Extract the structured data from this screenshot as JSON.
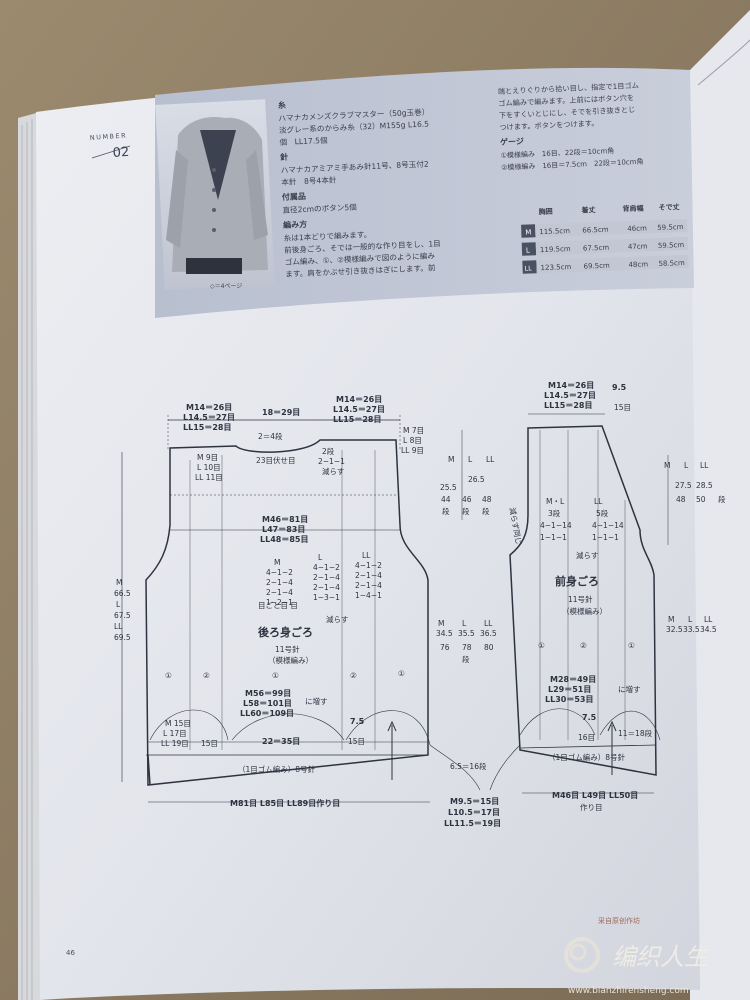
{
  "header": {
    "number_word": "NUMBER",
    "number_value": "02",
    "photo_caption": "◇＝4ページ"
  },
  "materials": {
    "yarn_heading": "糸",
    "yarn_lines": [
      "ハマナカメンズクラブマスター（50g玉巻）",
      "淡グレー系のからみ糸（32）M155g L16.5",
      "個　LL17.5個"
    ],
    "needle_heading": "針",
    "needle_lines": [
      "ハマナカアミアミ手あみ針11号、8号玉付2",
      "本針　8号4本針"
    ],
    "accessory_heading": "付属品",
    "accessory_lines": [
      "直径2cmのボタン5個"
    ],
    "method_heading": "編み方",
    "method_lines": [
      "糸は1本どりで編みます。",
      "前後身ごろ、そでは一般的な作り目をし、1目",
      "ゴム編み、①、②模様編みで図のように編み",
      "ます。肩をかぶせ引き抜きはぎにします。前"
    ]
  },
  "right_column": {
    "lines": [
      "端とえりぐりから拾い目し、指定で1目ゴム",
      "ゴム編みで編みます。上前にはボタン穴を",
      "下をすくいとじにし、そでを引き抜きとじ",
      "つけます。ボタンをつけます。"
    ],
    "gauge_heading": "ゲージ",
    "gauge_lines": [
      "①模様編み　16目、22段＝10cm角",
      "②模様編み　16目＝7.5cm　22段＝10cm角"
    ]
  },
  "size_table": {
    "headers": [
      "胸囲",
      "着丈",
      "背肩幅",
      "そで丈"
    ],
    "rows": [
      {
        "size": "M",
        "chest": "115.5cm",
        "length": "66.5cm",
        "shoulder": "46cm",
        "sleeve": "59.5cm"
      },
      {
        "size": "L",
        "chest": "119.5cm",
        "length": "67.5cm",
        "shoulder": "47cm",
        "sleeve": "59.5cm"
      },
      {
        "size": "LL",
        "chest": "123.5cm",
        "length": "69.5cm",
        "shoulder": "48cm",
        "sleeve": "58.5cm"
      }
    ]
  },
  "back_piece": {
    "title": "後ろ身ごろ",
    "needle": "11号針",
    "pattern": "（模様編み）",
    "top_left": [
      "M14＝26目",
      "L14.5＝27目",
      "LL15＝28目"
    ],
    "top_mid": "18＝29目",
    "top_right": [
      "M14＝26目",
      "L14.5＝27目",
      "LL15＝28目"
    ],
    "neck_drop": "2＝4段",
    "neck_bind": "23目伏せ目",
    "left_shoulder": [
      "M 9目",
      "L 10目",
      "LL 11目"
    ],
    "right_shoulder": [
      "M 7目",
      "L 8目",
      "LL 9目"
    ],
    "neck_dec": [
      "2段",
      "2−1−1",
      "減らす"
    ],
    "armhole_width": [
      "M46＝81目",
      "L47＝83目",
      "LL48＝85目"
    ],
    "dec_cols": [
      {
        "size": "M",
        "rows": [
          "4−1−2",
          "2−1−4",
          "2−1−4",
          "1−2−1"
        ]
      },
      {
        "size": "L",
        "rows": [
          "4−1−2",
          "2−1−4",
          "2−1−4",
          "1−3−1"
        ]
      },
      {
        "size": "LL",
        "rows": [
          "4−1−2",
          "2−1−4",
          "2−1−4",
          "1−4−1"
        ]
      }
    ],
    "dec_note": "目ごと目 目",
    "dec_label": "減らす",
    "height": [
      "M",
      "66.5",
      "L",
      "67.5",
      "LL",
      "69.5"
    ],
    "pattern1": "①",
    "pattern2": "②",
    "inc_count": [
      "M56＝99目",
      "L58＝101目",
      "LL60＝109目"
    ],
    "inc_label": "に増す",
    "hem_left": [
      "M 15目",
      "L 17目",
      "LL 19目"
    ],
    "hem_left2": "15目",
    "hem_mid": "22＝35目",
    "hem_right": "15目",
    "rib_height": "7.5",
    "rib": "（1目ゴム編み）8号針",
    "cast_on": "M81目 L85目 LL89目作り目",
    "rib_h": "6.5＝16段"
  },
  "front_piece": {
    "title": "前身ごろ",
    "needle": "11号針",
    "pattern": "（模様編み）",
    "top_left": [
      "M14＝26目",
      "L14.5＝27目",
      "LL15＝28目"
    ],
    "top_right": [
      "9.5",
      "15目"
    ],
    "drop": [
      "M",
      "L",
      "LL",
      "25.5",
      "26.5",
      "44",
      "46",
      "48",
      "段",
      "段",
      "段"
    ],
    "side_label": "減らず同じ",
    "neck_cols": [
      "M・L",
      "LL",
      "3段",
      "5段",
      "4−1−14",
      "4−1−14",
      "1−1−1",
      "1−1−1"
    ],
    "dec_label": "減らす",
    "right_h": [
      "M",
      "L",
      "LL",
      "27.5",
      "28.5",
      "48",
      "50",
      "段"
    ],
    "width": [
      "M",
      "L",
      "LL",
      "34.5",
      "35.5",
      "36.5",
      "76",
      "78",
      "80",
      "段"
    ],
    "right_h2": [
      "M",
      "L",
      "LL",
      "32.5",
      "33.5",
      "34.5"
    ],
    "inc_count": [
      "M28＝49目",
      "L29＝51目",
      "LL30＝53目"
    ],
    "inc_label": "に増す",
    "rib_height": "7.5",
    "hem_right": "11＝18段",
    "hem_left": "16目",
    "rib": "（1目ゴム編み）8号針",
    "cast_on_top": "M46目 L49目 LL50目",
    "cast_on_bot": "作り目",
    "pattern1": "①",
    "pattern2": "②"
  },
  "bottom_center": [
    "M9.5＝15目",
    "L10.5＝17目",
    "LL11.5＝19目"
  ],
  "page_number": "46",
  "watermark": {
    "brand": "编织人生",
    "url": "www.bianzhirensheng.com",
    "stamp": "采自原创作坊"
  }
}
